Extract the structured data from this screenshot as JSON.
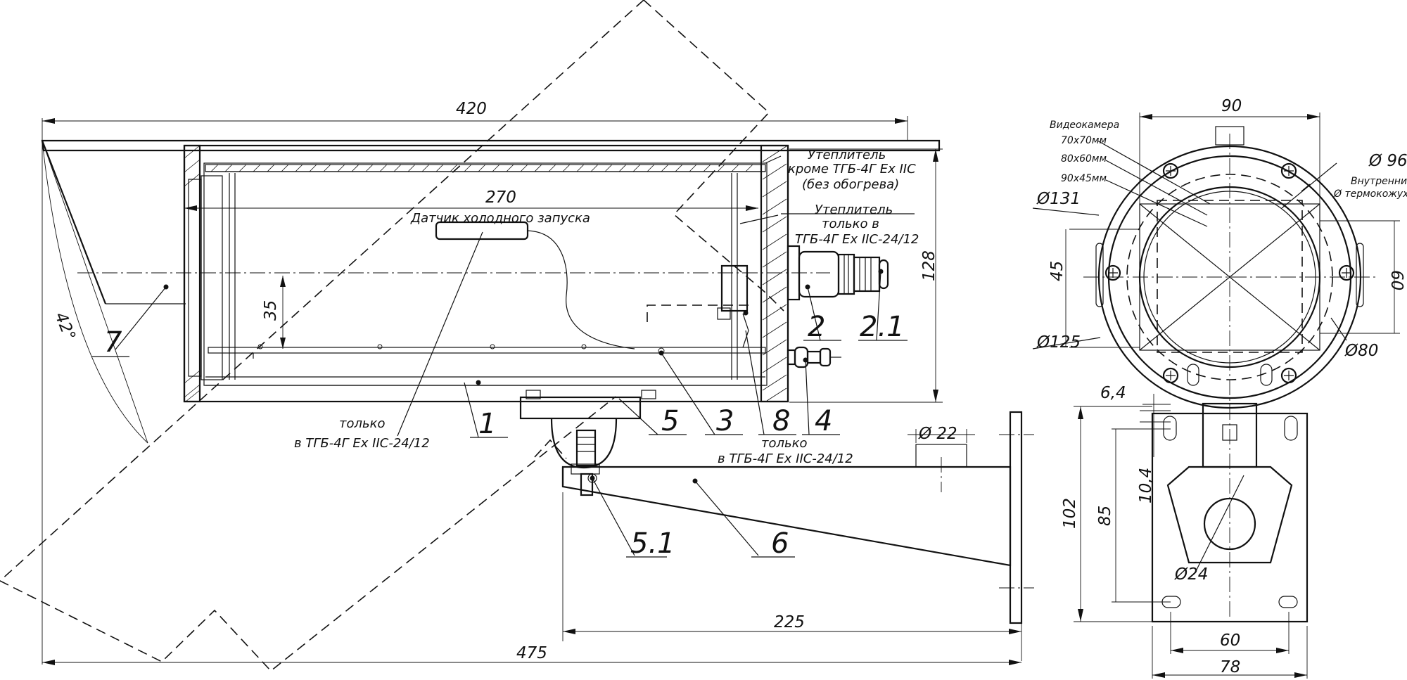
{
  "colors": {
    "line": "#111111",
    "background": "#ffffff"
  },
  "dimensions": {
    "overall_length": "420",
    "inner_length": "270",
    "height_right": "128",
    "offset_35": "35",
    "total_length": "475",
    "bracket_length": "225",
    "pipe_diameter": "Ø 22",
    "angle": "42°",
    "front_width": "90",
    "dia_131": "Ø131",
    "dia_125": "Ø125",
    "dia_96": "Ø 96",
    "dia_80": "Ø80",
    "dia_24": "Ø24",
    "left_45": "45",
    "right_60": "60",
    "base_102": "102",
    "base_85": "85",
    "slot_10_4": "10,4",
    "slot_6_4": "6,4",
    "base_60": "60",
    "base_78": "78"
  },
  "labels": {
    "cold_start_sensor": "Датчик холодного запуска",
    "insulation_1_title": "Утеплитель",
    "insulation_1_line2": "кроме ТГБ-4Г Ex IIC",
    "insulation_1_line3": "(без обогрева)",
    "insulation_2_title": "Утеплитель",
    "insulation_2_line2": "только  в",
    "insulation_2_line3": "ТГБ-4Г Ex IIC-24/12",
    "only_left_1": "только",
    "only_left_2": "в ТГБ-4Г Ex IIC-24/12",
    "only_mid_1": "только",
    "only_mid_2": "в ТГБ-4Г Ex IIC-24/12",
    "camera_title": "Видеокамера",
    "camera_1": "70x70мм",
    "camera_2": "80x60мм",
    "camera_3": "90x45мм",
    "inner_1": "Внутренний",
    "inner_2": "Ø термокожуха"
  },
  "callouts": [
    "7",
    "1",
    "5",
    "3",
    "8",
    "4",
    "2",
    "2.1",
    "5.1",
    "6"
  ]
}
